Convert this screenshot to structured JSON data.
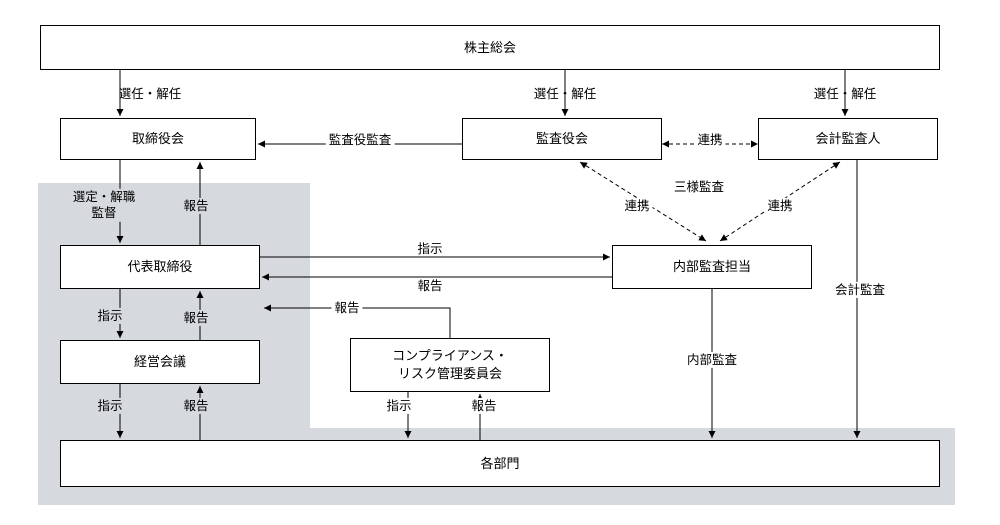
{
  "diagram": {
    "nodes": {
      "shareholders": "株主総会",
      "board_of_directors": "取締役会",
      "audit_committee": "監査役会",
      "accounting_auditor": "会計監査人",
      "representative_director": "代表取締役",
      "internal_audit_dept": "内部監査担当",
      "management_council": "経営会議",
      "compliance_risk_committee": "コンプライアンス・\nリスク管理委員会",
      "departments": "各部門"
    },
    "edge_labels": {
      "appoint_dismiss_board": "選任・解任",
      "appoint_dismiss_auditors": "選任・解任",
      "appoint_dismiss_accounting": "選任・解任",
      "auditor_audit": "監査役監査",
      "cooperation_top": "連携",
      "cooperation_left": "連携",
      "cooperation_right": "連携",
      "three_way_audit": "三様監査",
      "select_dismiss_supervise": "選定・解職\n監督",
      "report_to_board": "報告",
      "instruct_internal_audit": "指示",
      "report_from_internal_audit": "報告",
      "report_committee_to_representative": "報告",
      "instruct_management": "指示",
      "report_from_management": "報告",
      "instruct_departments_management": "指示",
      "report_departments_management": "報告",
      "instruct_departments_committee": "指示",
      "report_departments_committee": "報告",
      "internal_audit": "内部監査",
      "accounting_audit": "会計監査"
    },
    "colors": {
      "zone_fill": "#d6dade",
      "box_border": "#000000",
      "box_fill": "#ffffff",
      "line_color": "#000000",
      "text_color": "#000000",
      "bg": "#ffffff"
    }
  }
}
